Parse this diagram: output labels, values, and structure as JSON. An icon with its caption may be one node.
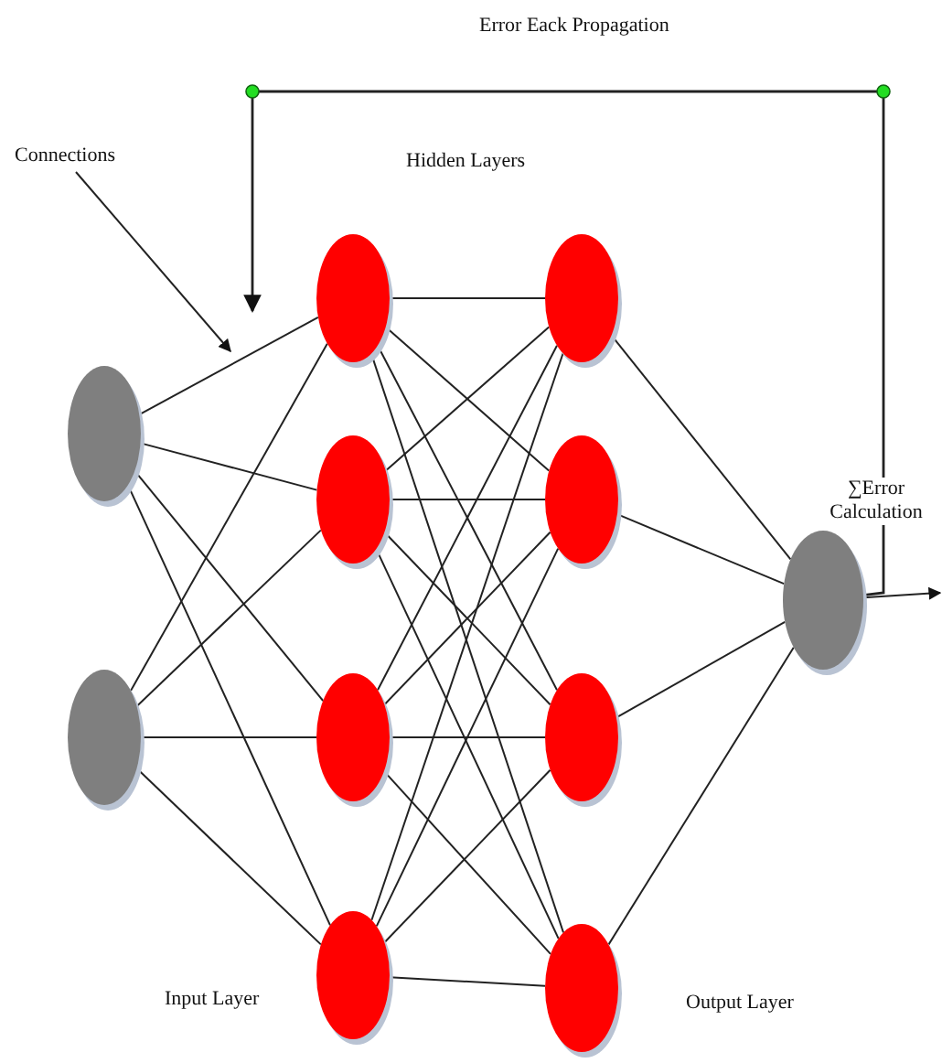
{
  "diagram": {
    "nodes": [
      {
        "text": [
          "Connections"
        ]
      },
      {
        "text": [],
        "shape": "circle"
      },
      {
        "text": [],
        "shape": "circle"
      },
      {
        "text": [],
        "shape": "circle"
      },
      {
        "text": [],
        "shape": "circle"
      },
      {
        "text": [],
        "shape": "circle"
      },
      {
        "text": [],
        "shape": "circle"
      },
      {
        "text": [],
        "shape": "circle"
      },
      {
        "text": [],
        "shape": "circle"
      },
      {
        "text": [],
        "shape": "circle"
      },
      {
        "text": [],
        "shape": "circle"
      },
      {
        "text": [],
        "shape": "circle",
        "beside": [
          "∑Error Calculation"
        ]
      }
    ],
    "edges": [
      {
        "from": 0,
        "to": null,
        "arrow": "to"
      },
      {
        "from": 1,
        "to": 3,
        "arrow": "none"
      },
      {
        "from": 1,
        "to": 4,
        "arrow": "none"
      },
      {
        "from": 1,
        "to": 5,
        "arrow": "none"
      },
      {
        "from": 1,
        "to": 6,
        "arrow": "none"
      },
      {
        "from": 2,
        "to": 3,
        "arrow": "none"
      },
      {
        "from": 2,
        "to": 4,
        "arrow": "none"
      },
      {
        "from": 2,
        "to": 5,
        "arrow": "none"
      },
      {
        "from": 2,
        "to": 6,
        "arrow": "none"
      },
      {
        "from": 3,
        "to": 7,
        "arrow": "none"
      },
      {
        "from": 3,
        "to": 8,
        "arrow": "none"
      },
      {
        "from": 3,
        "to": 9,
        "arrow": "none"
      },
      {
        "from": 3,
        "to": 10,
        "arrow": "none"
      },
      {
        "from": 4,
        "to": 7,
        "arrow": "none"
      },
      {
        "from": 4,
        "to": 8,
        "arrow": "none"
      },
      {
        "from": 4,
        "to": 9,
        "arrow": "none"
      },
      {
        "from": 4,
        "to": 10,
        "arrow": "none"
      },
      {
        "from": 5,
        "to": 7,
        "arrow": "none"
      },
      {
        "from": 5,
        "to": 8,
        "arrow": "none"
      },
      {
        "from": 5,
        "to": 9,
        "arrow": "none"
      },
      {
        "from": 5,
        "to": 10,
        "arrow": "none"
      },
      {
        "from": 6,
        "to": 7,
        "arrow": "none"
      },
      {
        "from": 6,
        "to": 8,
        "arrow": "none"
      },
      {
        "from": 6,
        "to": 9,
        "arrow": "none"
      },
      {
        "from": 6,
        "to": 10,
        "arrow": "none"
      },
      {
        "from": 7,
        "to": 11,
        "arrow": "none"
      },
      {
        "from": 8,
        "to": 11,
        "arrow": "none"
      },
      {
        "from": 9,
        "to": 11,
        "arrow": "none"
      },
      {
        "from": 10,
        "to": 11,
        "arrow": "none"
      },
      {
        "from": 11,
        "to": null,
        "arrow": "to"
      },
      {
        "from": 11,
        "to": null,
        "arrow": "to",
        "label": "Error Eack Propagation"
      }
    ],
    "labels": [
      "Hidden Layers",
      "Input Layer",
      "Output Layer"
    ]
  }
}
